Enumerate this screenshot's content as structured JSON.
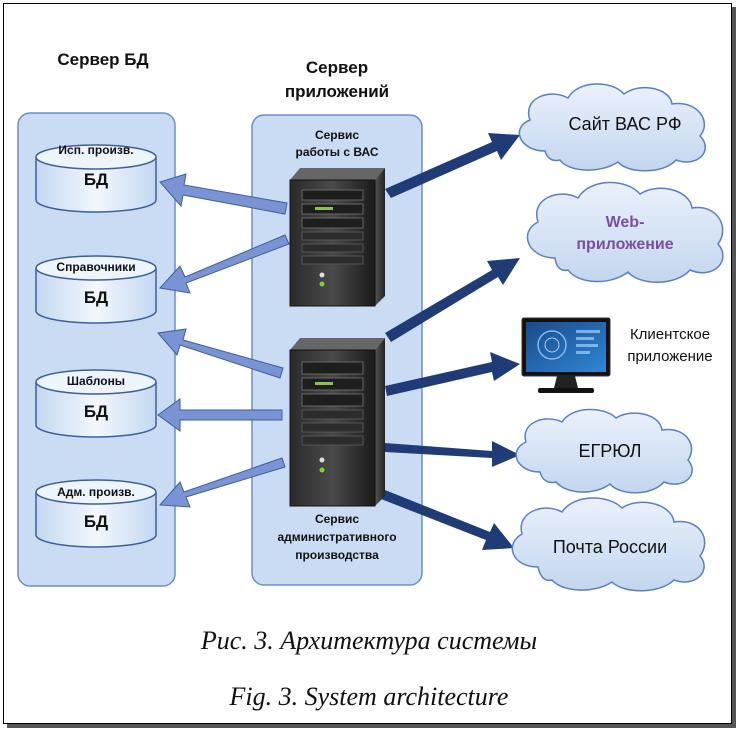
{
  "db_server": {
    "title": "Сервер БД",
    "databases": [
      {
        "name": "Исп. произв.",
        "label": "БД"
      },
      {
        "name": "Справочники",
        "label": "БД"
      },
      {
        "name": "Шаблоны",
        "label": "БД"
      },
      {
        "name": "Адм. произв.",
        "label": "БД"
      }
    ]
  },
  "app_server": {
    "title_line1": "Сервер",
    "title_line2": "приложений",
    "service1_line1": "Сервис",
    "service1_line2": "работы с ВАС",
    "service2_line1": "Сервис",
    "service2_line2": "административного",
    "service2_line3": "производства"
  },
  "external": {
    "site": "Сайт ВАС РФ",
    "web_line1": "Web-",
    "web_line2": "приложение",
    "client_line1": "Клиентское",
    "client_line2": "приложение",
    "egrul": "ЕГРЮЛ",
    "post": "Почта России"
  },
  "captions": {
    "ru": "Рис. 3. Архитектура системы",
    "en": "Fig. 3. System architecture"
  },
  "colors": {
    "panel_fill": "#c9dcf3",
    "panel_stroke": "#6a8fcb",
    "db_fill": "#dbe8f7",
    "arrow_dark": "#1f3c78",
    "arrow_light": "#7a93d4",
    "cloud_fill": "#d6e4f5",
    "web_text": "#7a4fa0"
  }
}
